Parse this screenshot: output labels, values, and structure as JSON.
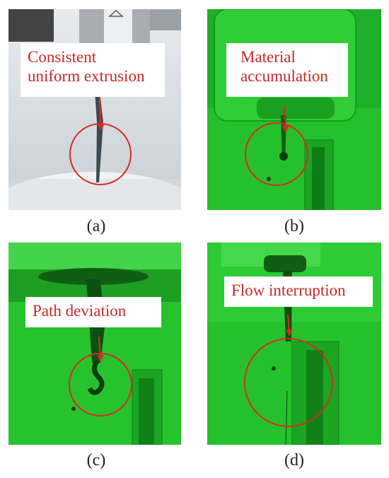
{
  "panels": [
    {
      "caption": "(a)",
      "label_lines": [
        "Consistent",
        "uniform extrusion"
      ]
    },
    {
      "caption": "(b)",
      "label_lines": [
        "Material",
        "accumulation"
      ]
    },
    {
      "caption": "(c)",
      "label_lines": [
        "Path deviation"
      ]
    },
    {
      "caption": "(d)",
      "label_lines": [
        "Flow interruption"
      ]
    }
  ],
  "colors": {
    "annotation_red": "#d62b22",
    "panel_green": "#22c02b",
    "panel_a_white": "#e9ecef"
  }
}
